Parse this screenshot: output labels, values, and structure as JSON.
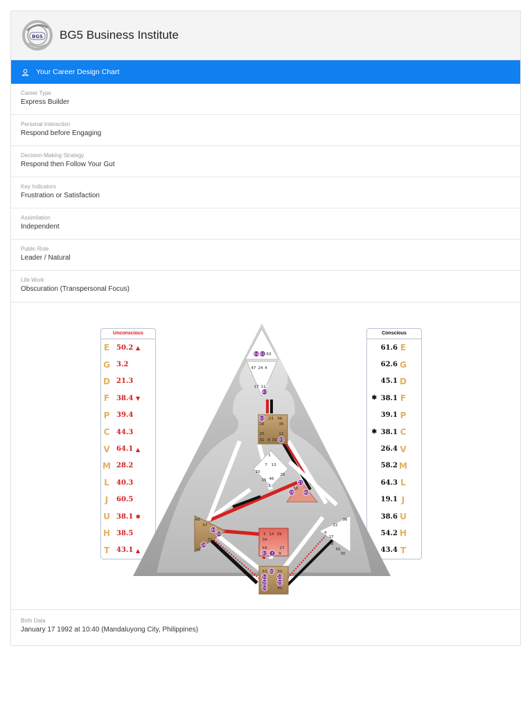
{
  "header": {
    "logo_text": "BGS",
    "title": "BG5 Business Institute"
  },
  "section_bar": {
    "icon": "user-icon",
    "title": "Your Career Design Chart"
  },
  "fields": [
    {
      "label": "Career Type",
      "value": "Express Builder"
    },
    {
      "label": "Personal Interaction",
      "value": "Respond before Engaging"
    },
    {
      "label": "Decision-Making Strategy",
      "value": "Respond then Follow Your Gut"
    },
    {
      "label": "Key Indicators",
      "value": "Frustration or Satisfaction"
    },
    {
      "label": "Assimilation",
      "value": "Independent"
    },
    {
      "label": "Public Role",
      "value": "Leader / Natural"
    },
    {
      "label": "Life Work",
      "value": "Obscuration (Transpersonal Focus)"
    }
  ],
  "unconscious": {
    "title": "Unconscious",
    "rows": [
      {
        "letter": "E",
        "value": "50.2",
        "mark": "▲"
      },
      {
        "letter": "G",
        "value": "3.2",
        "mark": ""
      },
      {
        "letter": "D",
        "value": "21.3",
        "mark": ""
      },
      {
        "letter": "F",
        "value": "38.4",
        "mark": "▼"
      },
      {
        "letter": "P",
        "value": "39.4",
        "mark": ""
      },
      {
        "letter": "C",
        "value": "44.3",
        "mark": ""
      },
      {
        "letter": "V",
        "value": "64.1",
        "mark": "▲"
      },
      {
        "letter": "M",
        "value": "28.2",
        "mark": ""
      },
      {
        "letter": "L",
        "value": "40.3",
        "mark": ""
      },
      {
        "letter": "J",
        "value": "60.5",
        "mark": ""
      },
      {
        "letter": "U",
        "value": "38.1",
        "mark": "✱"
      },
      {
        "letter": "H",
        "value": "38.5",
        "mark": ""
      },
      {
        "letter": "T",
        "value": "43.1",
        "mark": "▲"
      }
    ]
  },
  "conscious": {
    "title": "Conscious",
    "rows": [
      {
        "letter": "E",
        "value": "61.6",
        "mark": ""
      },
      {
        "letter": "G",
        "value": "62.6",
        "mark": ""
      },
      {
        "letter": "D",
        "value": "45.1",
        "mark": ""
      },
      {
        "letter": "F",
        "value": "38.1",
        "mark": "✱"
      },
      {
        "letter": "P",
        "value": "39.1",
        "mark": ""
      },
      {
        "letter": "C",
        "value": "38.1",
        "mark": "✱"
      },
      {
        "letter": "V",
        "value": "26.4",
        "mark": ""
      },
      {
        "letter": "M",
        "value": "58.2",
        "mark": ""
      },
      {
        "letter": "L",
        "value": "64.3",
        "mark": ""
      },
      {
        "letter": "J",
        "value": "19.1",
        "mark": ""
      },
      {
        "letter": "U",
        "value": "38.6",
        "mark": ""
      },
      {
        "letter": "H",
        "value": "54.2",
        "mark": ""
      },
      {
        "letter": "T",
        "value": "43.4",
        "mark": ""
      }
    ]
  },
  "colors": {
    "accent": "#1180f0",
    "unconscious": "#d62020",
    "letter": "#e3b060",
    "gate_active": "#7a2a8c"
  },
  "gates": {
    "head": [
      "64",
      "61",
      "63"
    ],
    "ajna_top": [
      "47",
      "24",
      "4"
    ],
    "ajna_bottom": [
      "17",
      "11",
      "43"
    ],
    "throat": [
      "62",
      "23",
      "56",
      "16",
      "35",
      "20",
      "12",
      "31",
      "8",
      "33",
      "45"
    ],
    "g": [
      "1",
      "7",
      "13",
      "10",
      "15",
      "46",
      "2",
      "25"
    ],
    "heart": [
      "21",
      "51",
      "26",
      "40"
    ],
    "spleen": [
      "48",
      "57",
      "44",
      "50",
      "32",
      "28",
      "18"
    ],
    "solar": [
      "36",
      "22",
      "6",
      "37",
      "49",
      "55",
      "30"
    ],
    "sacral": [
      "5",
      "14",
      "29",
      "34",
      "27",
      "59",
      "42",
      "3",
      "9"
    ],
    "root": [
      "53",
      "60",
      "52",
      "54",
      "19",
      "38",
      "39",
      "58",
      "41"
    ]
  },
  "birth": {
    "label": "Birth Data",
    "value": "January 17 1992 at 10:40 (Mandaluyong City, Philippines)"
  }
}
